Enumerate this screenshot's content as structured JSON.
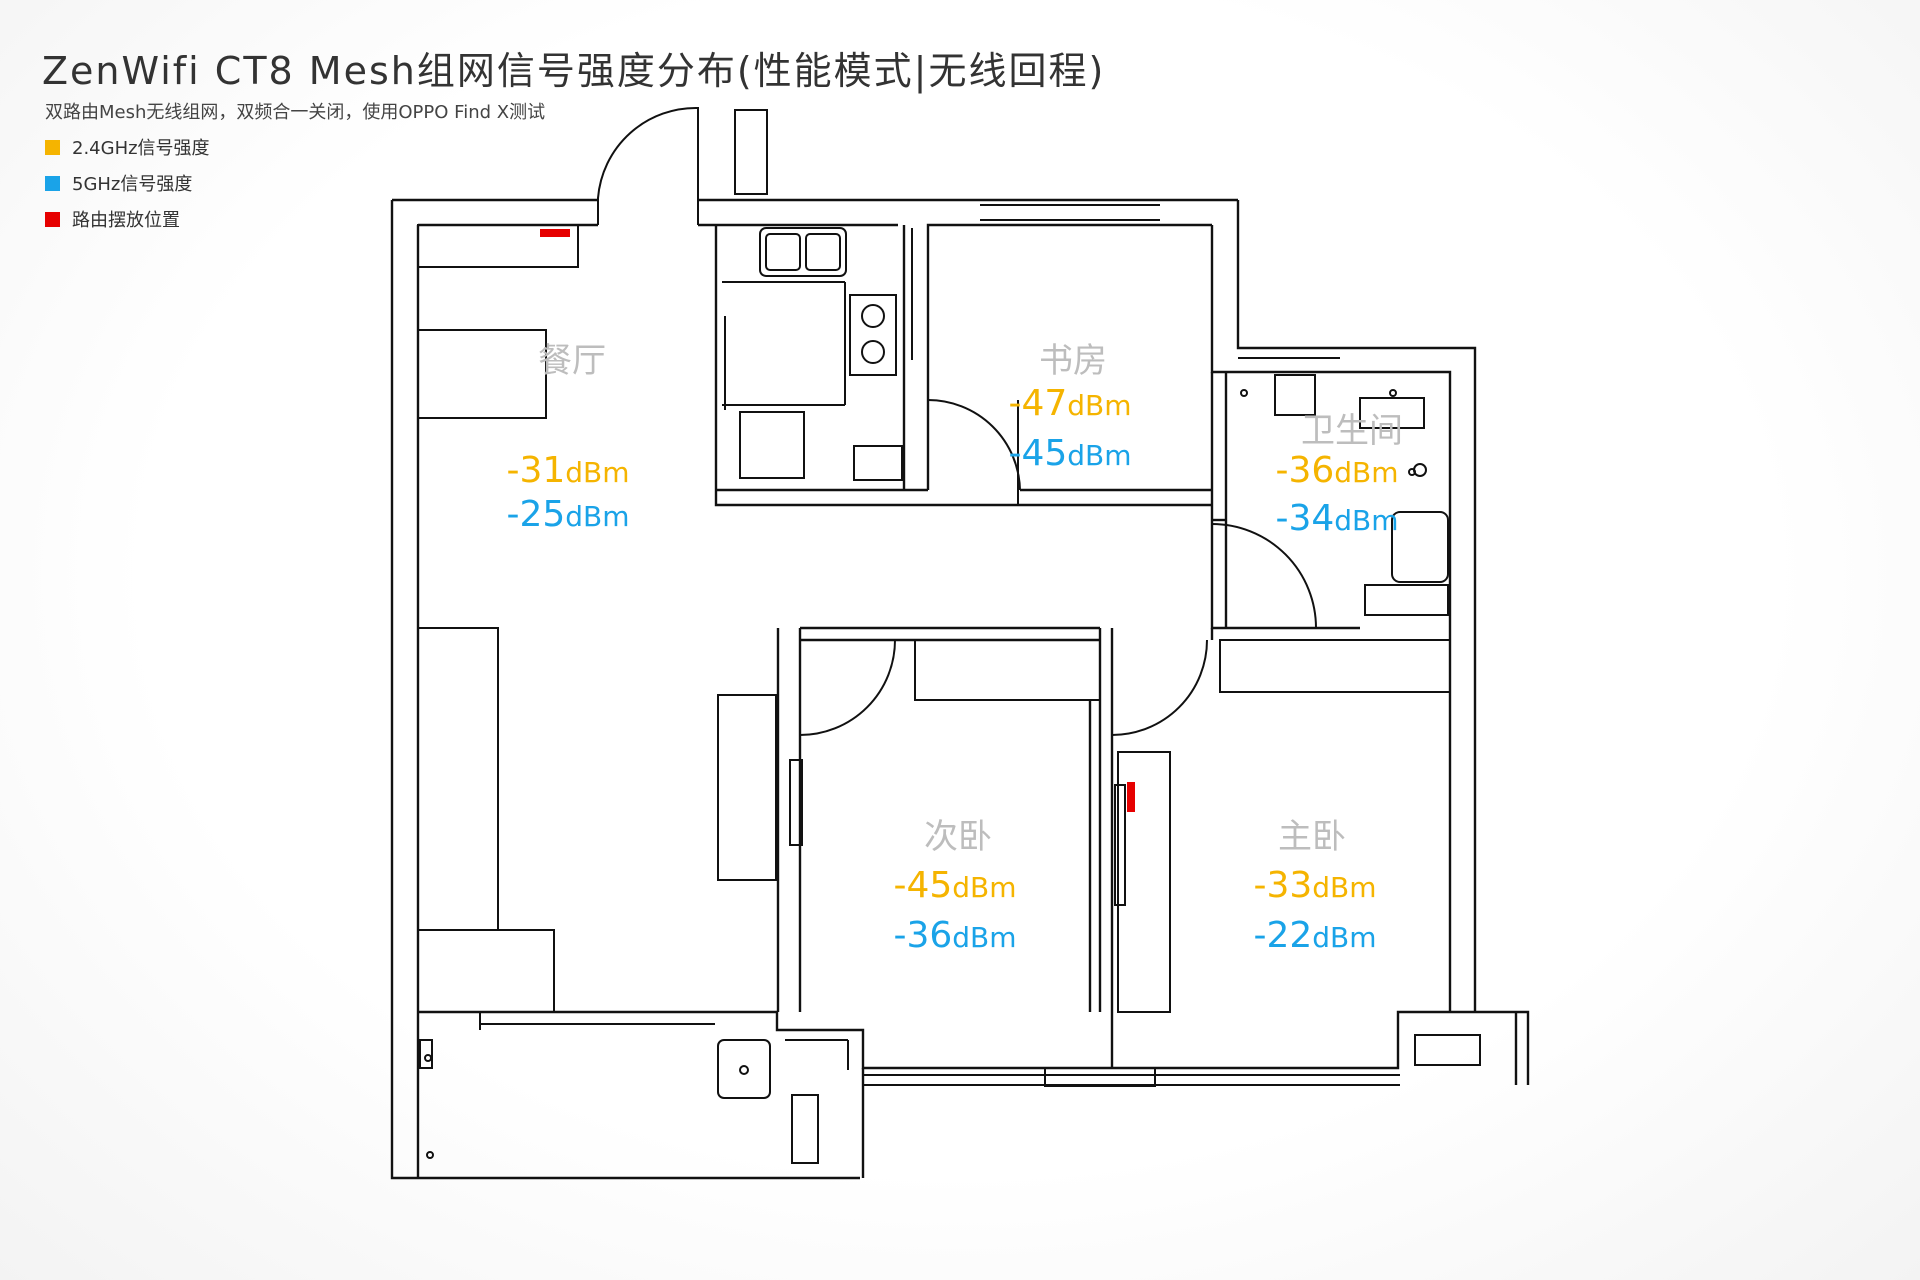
{
  "title": "ZenWifi CT8 Mesh组网信号强度分布(性能模式|无线回程)",
  "subtitle": "双路由Mesh无线组网，双频合一关闭，使用OPPO Find X测试",
  "colors": {
    "band24": "#f5b400",
    "band5": "#1aa3e8",
    "router": "#e60000",
    "wall": "#111111",
    "room_label": "#bdbdbd"
  },
  "legend": [
    {
      "label": "2.4GHz信号强度",
      "color": "#f5b400"
    },
    {
      "label": "5GHz信号强度",
      "color": "#1aa3e8"
    },
    {
      "label": "路由摆放位置",
      "color": "#e60000"
    }
  ],
  "unit": "dBm",
  "rooms": [
    {
      "id": "dining",
      "name": "餐厅",
      "band24": "-31",
      "band5": "-25"
    },
    {
      "id": "study",
      "name": "书房",
      "band24": "-47",
      "band5": "-45"
    },
    {
      "id": "bathroom",
      "name": "卫生间",
      "band24": "-36",
      "band5": "-34"
    },
    {
      "id": "second-bedroom",
      "name": "次卧",
      "band24": "-45",
      "band5": "-36"
    },
    {
      "id": "master-bedroom",
      "name": "主卧",
      "band24": "-33",
      "band5": "-22"
    }
  ]
}
